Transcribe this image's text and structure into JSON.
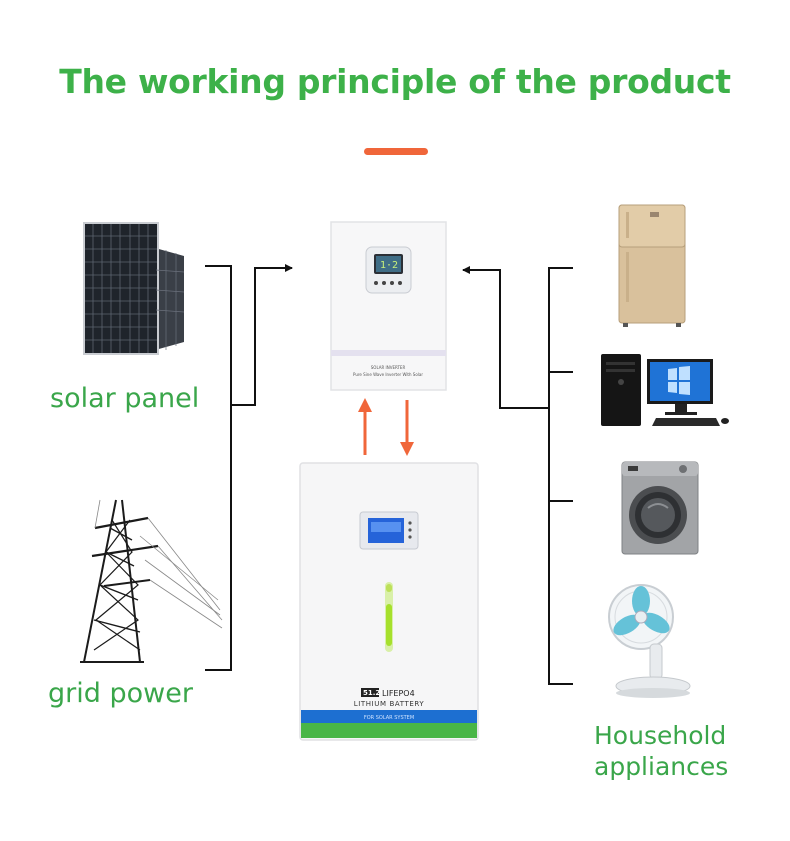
{
  "title": "The working principle of the product",
  "colors": {
    "title_green": "#3db149",
    "label_green": "#3aa64a",
    "accent_orange": "#f0663a",
    "line": "#111111",
    "screen_blue": "#2563d9",
    "battery_band_blue": "#1d6fd1",
    "battery_band_green": "#49b647"
  },
  "sources": [
    {
      "label": "solar panel",
      "icon": "solar-panel-icon"
    },
    {
      "label": "grid power",
      "icon": "power-tower-icon"
    }
  ],
  "loads": {
    "label_lines": [
      "Household",
      "appliances"
    ],
    "items": [
      {
        "icon": "refrigerator-icon"
      },
      {
        "icon": "desktop-computer-icon"
      },
      {
        "icon": "washing-machine-icon"
      },
      {
        "icon": "electric-fan-icon"
      }
    ]
  },
  "inverter": {
    "icon": "solar-inverter-icon",
    "label": "SOLAR INVERTER",
    "sublabel": "Pure Sine Wave Inverter With Solar",
    "screen_text": "1·2"
  },
  "battery": {
    "icon": "lithium-battery-icon",
    "voltage": "51.2V",
    "chemistry": "LIFEPO4",
    "name": "LITHIUM BATTERY",
    "band_text": "FOR SOLAR SYSTEM"
  }
}
